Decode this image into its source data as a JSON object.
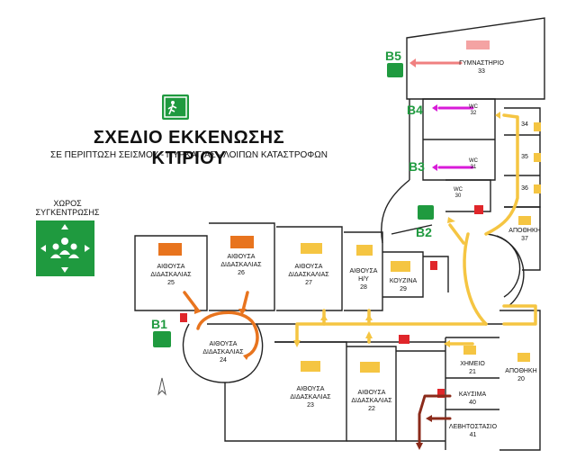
{
  "header": {
    "title": "ΣΧΕΔΙΟ ΕΚΚΕΝΩΣΗΣ ΚΤΙΡΙΟΥ",
    "subtitle": "ΣΕ ΠΕΡΙΠΤΩΣΗ ΣΕΙΣΜΟΥ - ΠΥΡΚΑΓΙΑΣ - ΛΟΙΠΩΝ ΚΑΤΑΣΤΡΟΦΩΝ"
  },
  "assembly": {
    "line1": "ΧΩΡΟΣ",
    "line2": "ΣΥΓΚΕΝΤΡΩΣΗΣ"
  },
  "exits": {
    "b1": "B1",
    "b2": "B2",
    "b3": "B3",
    "b4": "B4",
    "b5": "B5"
  },
  "rooms": {
    "r25": {
      "name1": "ΑΙΘΟΥΣΑ",
      "name2": "ΔΙΔΑΣΚΑΛΙΑΣ",
      "num": "25"
    },
    "r26": {
      "name1": "ΑΙΘΟΥΣΑ",
      "name2": "ΔΙΔΑΣΚΑΛΙΑΣ",
      "num": "26"
    },
    "r27": {
      "name1": "ΑΙΘΟΥΣΑ",
      "name2": "ΔΙΔΑΣΚΑΛΙΑΣ",
      "num": "27"
    },
    "r28": {
      "name1": "ΑΙΘΟΥΣΑ",
      "name2": "Η/Υ",
      "num": "28"
    },
    "r29": {
      "name1": "ΚΟΥΖΙΝΑ",
      "num": "29"
    },
    "r24": {
      "name1": "ΑΙΘΟΥΣΑ",
      "name2": "ΔΙΔΑΣΚΑΛΙΑΣ",
      "num": "24"
    },
    "r23": {
      "name1": "ΑΙΘΟΥΣΑ",
      "name2": "ΔΙΔΑΣΚΑΛΙΑΣ",
      "num": "23"
    },
    "r22": {
      "name1": "ΑΙΘΟΥΣΑ",
      "name2": "ΔΙΔΑΣΚΑΛΙΑΣ",
      "num": "22"
    },
    "r33": {
      "name1": "ΓΥΜΝΑΣΤΗΡΙΟ",
      "num": "33"
    },
    "r32": {
      "name1": "WC",
      "num": "32"
    },
    "r31": {
      "name1": "WC",
      "num": "31"
    },
    "r30": {
      "name1": "WC",
      "num": "30"
    },
    "r34": {
      "num": "34"
    },
    "r35": {
      "num": "35"
    },
    "r36": {
      "num": "36"
    },
    "r37": {
      "name1": "ΑΠΟΘΗΚΗ",
      "num": "37"
    },
    "r21": {
      "name1": "ΧΗΜΕΙΟ",
      "num": "21"
    },
    "r20": {
      "name1": "ΑΠΟΘΗΚΗ",
      "num": "20"
    },
    "r40": {
      "name1": "ΚΑΥΣΙΜΑ",
      "num": "40"
    },
    "r41": {
      "name1": "ΛΕΒΗΤΟΣΤΑΣΙΟ",
      "num": "41"
    }
  },
  "colors": {
    "exit_green": "#1f9a3f",
    "route_yellow": "#f5c542",
    "route_orange": "#e8741e",
    "route_magenta": "#d81bd8",
    "route_pink": "#f08080",
    "route_brown": "#8b2a1a",
    "extinguisher_red": "#e0262a"
  },
  "icons": [
    "running-man-exit-icon",
    "assembly-point-icon",
    "fire-extinguisher-icon",
    "fire-hose-icon"
  ]
}
